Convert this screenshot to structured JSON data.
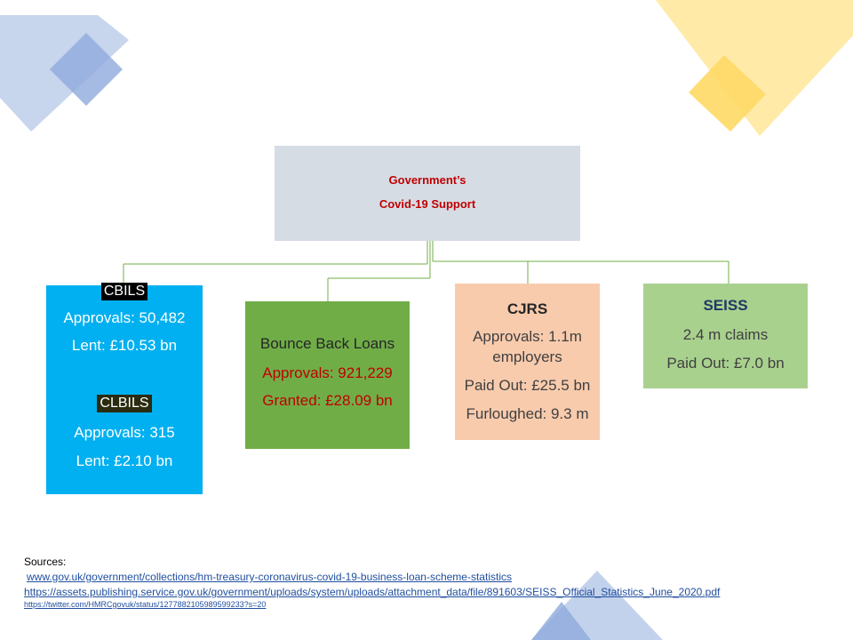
{
  "root": {
    "line1": "Government’s",
    "line2": "Covid-19 Support"
  },
  "cbils": {
    "tag": "CBILS",
    "approvals": "Approvals: 50,482",
    "lent": "Lent: £10.53 bn",
    "sub_tag": "CLBILS",
    "sub_approvals": "Approvals: 315",
    "sub_lent": "Lent: £2.10 bn"
  },
  "bounce": {
    "title": "Bounce Back Loans",
    "approvals": "Approvals: 921,229",
    "granted": "Granted: £28.09 bn"
  },
  "cjrs": {
    "title": "CJRS",
    "approvals_1": "Approvals: 1.1m",
    "approvals_2": "employers",
    "paid": "Paid Out: £25.5 bn",
    "furloughed": "Furloughed: 9.3 m"
  },
  "seiss": {
    "title": "SEISS",
    "claims": "2.4 m claims",
    "paid": "Paid Out: £7.0 bn"
  },
  "sources": {
    "label": "Sources:",
    "link1": "www.gov.uk/government/collections/hm-treasury-coronavirus-covid-19-business-loan-scheme-statistics",
    "link2": "https://assets.publishing.service.gov.uk/government/uploads/system/uploads/attachment_data/file/891603/SEISS_Official_Statistics_June_2020.pdf",
    "link3": "https://twitter.com/HMRCgovuk/status/1277882105989599233?s=20"
  },
  "colors": {
    "root_bg": "#d6dce4",
    "root_text": "#c00000",
    "cbils_bg": "#00b0f0",
    "bounce_bg": "#70ad47",
    "bounce_red": "#c00000",
    "cjrs_bg": "#f8cbad",
    "seiss_bg": "#a9d18e",
    "connector": "#70ad47"
  }
}
